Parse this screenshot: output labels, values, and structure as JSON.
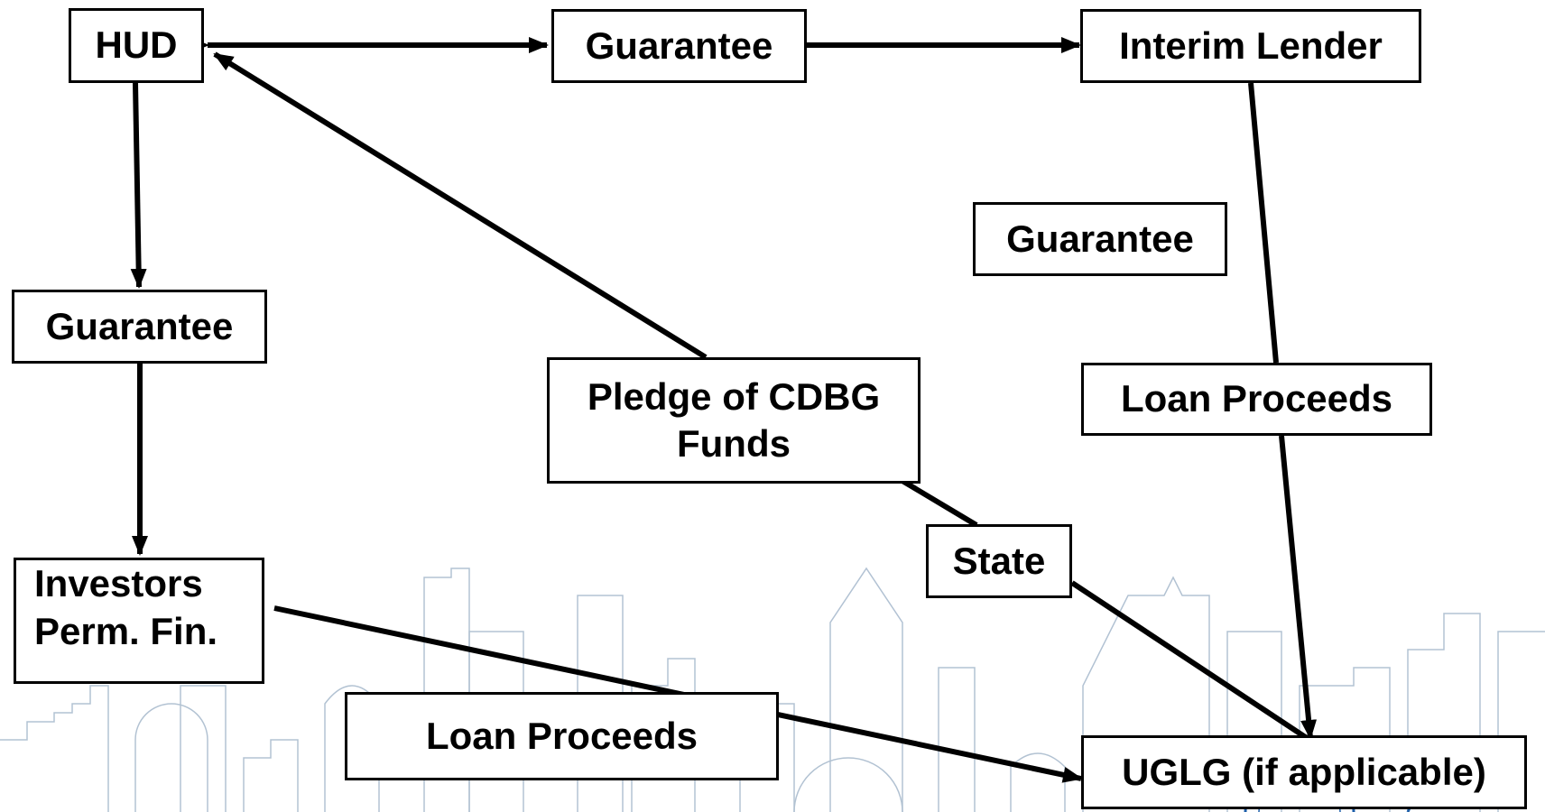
{
  "nodes": {
    "hud": "HUD",
    "guarantee_top": "Guarantee",
    "interim_lender": "Interim Lender",
    "guarantee_right": "Guarantee",
    "guarantee_left": "Guarantee",
    "pledge_line1": "Pledge of CDBG",
    "pledge_line2": "Funds",
    "loan_proceeds_right": "Loan Proceeds",
    "state": "State",
    "investors_line1": "Investors",
    "investors_line2": "Perm. Fin.",
    "loan_proceeds_bottom": "Loan Proceeds",
    "uglg": "UGLG (if applicable)"
  },
  "colors": {
    "line": "#000000",
    "box_border": "#000000",
    "skyline": "#9fb3c8",
    "seal": "#1f5fa8"
  },
  "decorations": {
    "background": "city-skyline-outline",
    "seal": "hud-seal-partial"
  }
}
